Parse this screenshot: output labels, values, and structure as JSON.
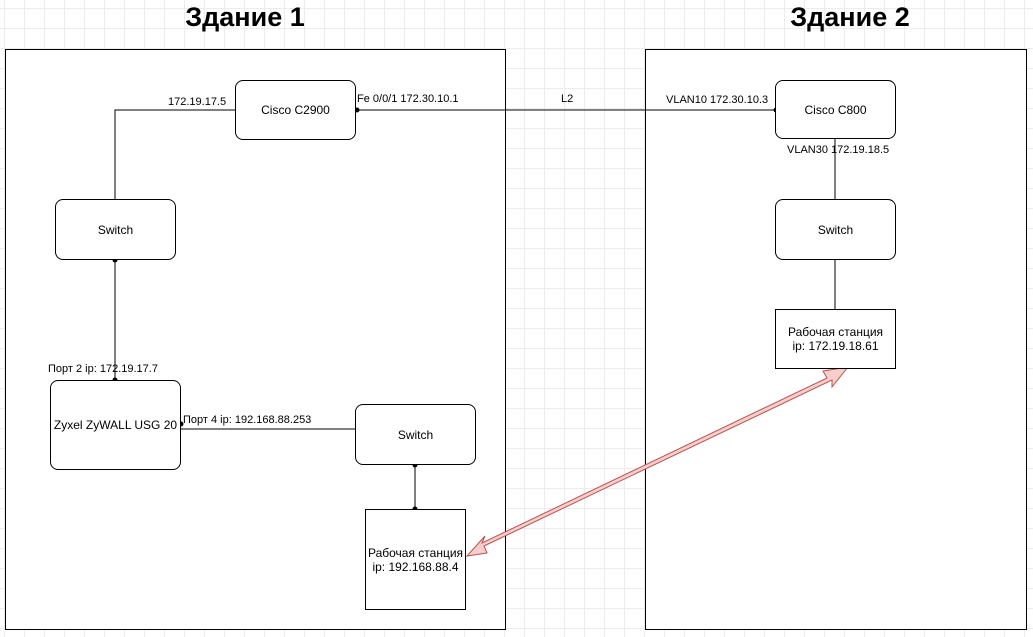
{
  "titles": {
    "building1": "Здание 1",
    "building2": "Здание 2"
  },
  "nodes": {
    "cisco_c2900": "Cisco C2900",
    "switch_b1_top": "Switch",
    "zyxel": "Zyxel ZyWALL USG 20",
    "switch_b1_bottom": "Switch",
    "ws_b1": {
      "line1": "Рабочая станция",
      "line2": "ip: 192.168.88.4"
    },
    "cisco_c800": "Cisco C800",
    "switch_b2": "Switch",
    "ws_b2": {
      "line1": "Рабочая станция",
      "line2": "ip: 172.19.18.61"
    }
  },
  "labels": {
    "c2900_left_ip": "172.19.17.5",
    "c2900_fe": "Fe 0/0/1 172.30.10.1",
    "link_l2": "L2",
    "c800_vlan10": "VLAN10 172.30.10.3",
    "c800_vlan30": "VLAN30 172.19.18.5",
    "zyxel_port2": "Порт 2 ip: 172.19.17.7",
    "zyxel_port4": "Порт 4 ip: 192.168.88.253"
  },
  "colors": {
    "arrow_fill": "#f8cecc",
    "arrow_stroke": "#b85450"
  }
}
